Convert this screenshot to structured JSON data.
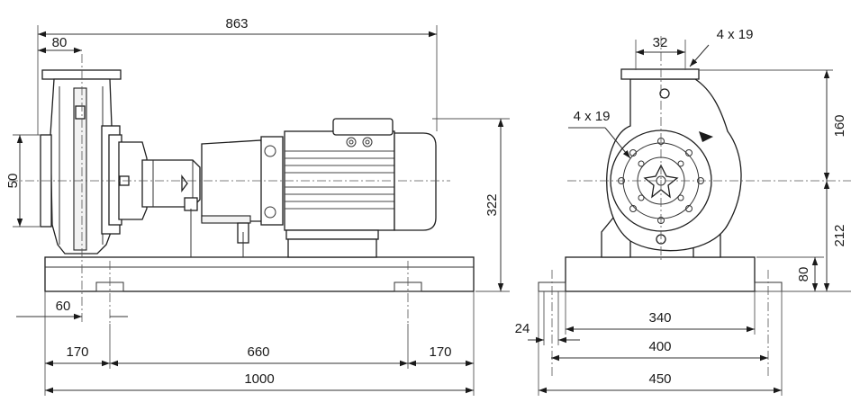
{
  "front_view": {
    "dims": {
      "overall_length": "863",
      "suction_offset": "80",
      "suction_height": "50",
      "total_height": "322",
      "foot_offset": "60",
      "base_end_left": "170",
      "base_center": "660",
      "base_end_right": "170",
      "base_length": "1000"
    }
  },
  "side_view": {
    "dims": {
      "discharge_offset": "32",
      "discharge_bolts": "4 x 19",
      "suction_bolts": "4 x 19",
      "discharge_height": "160",
      "shaft_height": "212",
      "base_height": "80",
      "bolt_hole": "24",
      "bolt_spacing": "340",
      "base_width_inner": "400",
      "base_width": "450"
    }
  },
  "colors": {
    "line": "#222222",
    "background": "#ffffff"
  }
}
